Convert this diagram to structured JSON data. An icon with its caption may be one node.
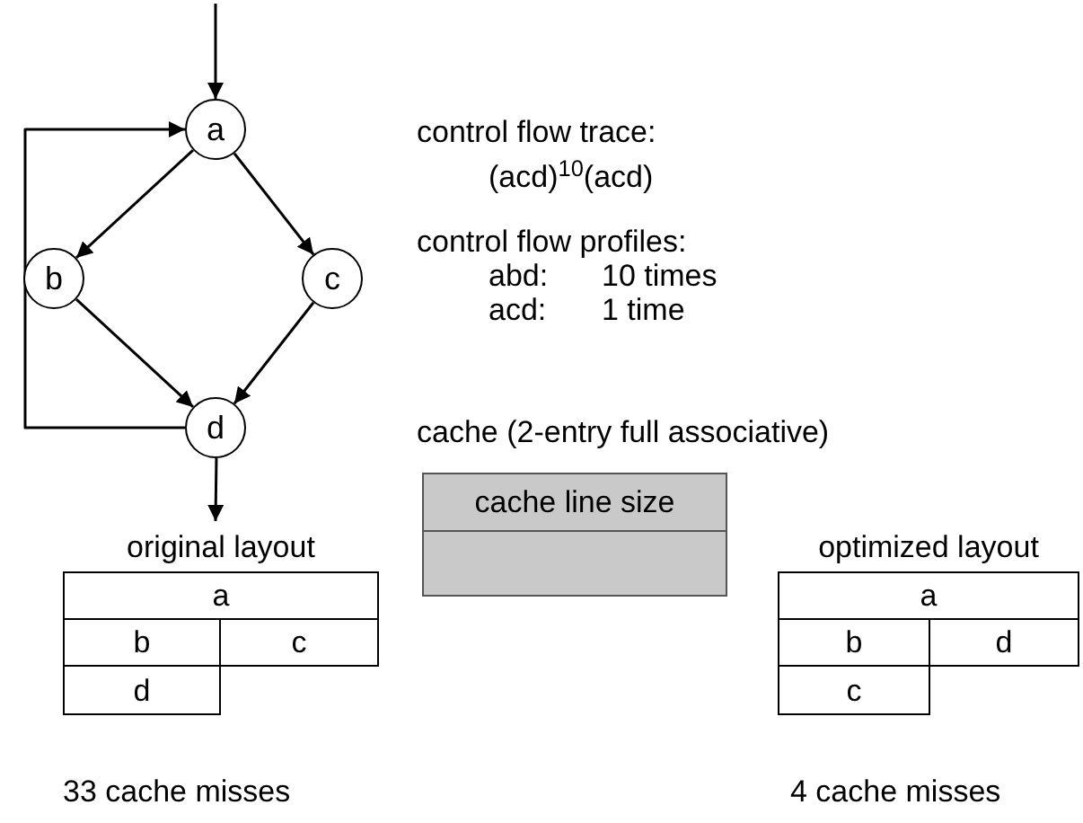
{
  "diagram": {
    "nodes": [
      {
        "text": [
          "a"
        ]
      },
      {
        "text": [
          "b"
        ]
      },
      {
        "text": [
          "c"
        ]
      },
      {
        "text": [
          "d"
        ]
      },
      {
        "text": [
          "original layout"
        ]
      },
      {
        "text": [
          "a"
        ],
        "in": 4
      },
      {
        "text": [
          "b"
        ],
        "in": 4
      },
      {
        "text": [
          "c"
        ],
        "in": 4
      },
      {
        "text": [
          "d"
        ],
        "in": 4
      },
      {
        "text": [
          "optimized layout"
        ]
      },
      {
        "text": [
          "a"
        ],
        "in": 9
      },
      {
        "text": [
          "b"
        ],
        "in": 9
      },
      {
        "text": [
          "d"
        ],
        "in": 9
      },
      {
        "text": [
          "c"
        ],
        "in": 9
      },
      {
        "text": [
          "cache (2-entry full associative)"
        ]
      },
      {
        "text": [
          "cache line size"
        ],
        "in": 14
      },
      {
        "text": [],
        "shape": "box",
        "in": 14
      }
    ],
    "edges": [
      {
        "from": null,
        "to": 0,
        "arrow": "to"
      },
      {
        "from": 0,
        "to": 1,
        "arrow": "to"
      },
      {
        "from": 0,
        "to": 2,
        "arrow": "to"
      },
      {
        "from": 1,
        "to": 3,
        "arrow": "to"
      },
      {
        "from": 2,
        "to": 3,
        "arrow": "to"
      },
      {
        "from": 3,
        "to": 0,
        "arrow": "to"
      },
      {
        "from": 3,
        "to": 4,
        "arrow": "to"
      }
    ],
    "labels": [
      "control flow trace:",
      "(acd)$^{10}$(acd)",
      "control flow profiles:",
      "abd:",
      "10 times",
      "acd:",
      "1 time",
      "33 cache misses",
      "4 cache misses"
    ]
  }
}
